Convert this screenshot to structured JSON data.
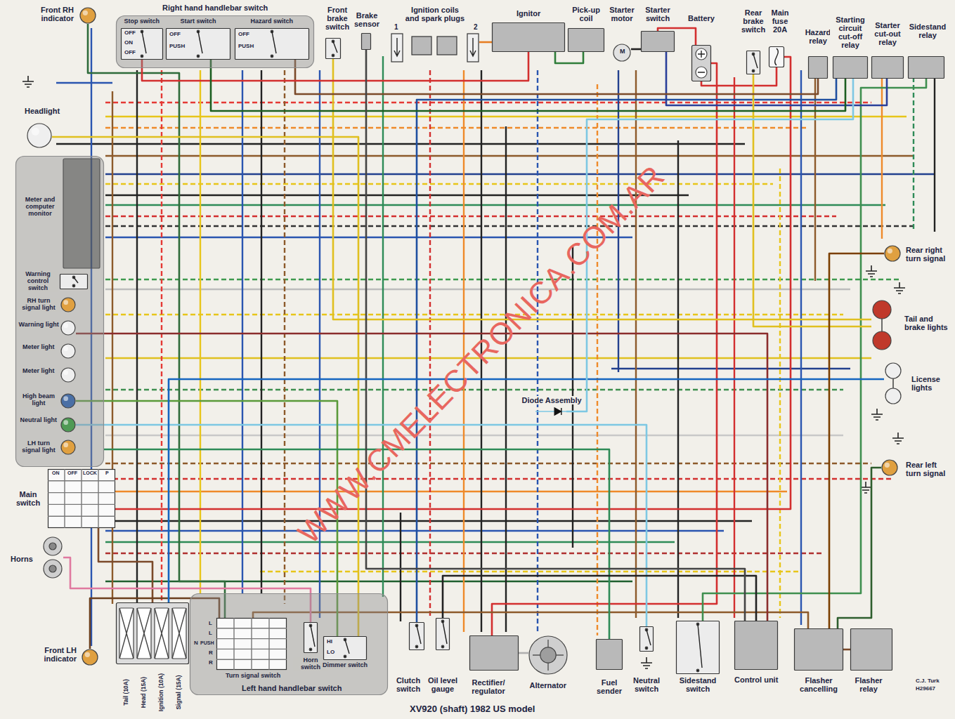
{
  "diagram": {
    "caption": "XV920 (shaft) 1982 US model",
    "nodes": [
      {
        "text": [
          "Front RH indicator"
        ]
      },
      {
        "text": [
          "Right hand handlebar switch"
        ]
      },
      {
        "text": [
          "Stop switch"
        ],
        "in": 1
      },
      {
        "text": [
          "Start switch"
        ],
        "in": 1
      },
      {
        "text": [
          "Hazard switch"
        ],
        "in": 1
      },
      {
        "text": [
          "Front brake switch"
        ]
      },
      {
        "text": [
          "Brake sensor"
        ]
      },
      {
        "text": [
          "Ignition coils and spark plugs"
        ]
      },
      {
        "text": [
          "Ignitor"
        ]
      },
      {
        "text": [
          "Pick-up coil"
        ]
      },
      {
        "text": [
          "Starter motor"
        ]
      },
      {
        "text": [
          "Starter switch"
        ]
      },
      {
        "text": [
          "Battery"
        ]
      },
      {
        "text": [
          "Rear brake switch"
        ]
      },
      {
        "text": [
          "Main fuse 20A"
        ]
      },
      {
        "text": [
          "Hazard relay"
        ]
      },
      {
        "text": [
          "Starting circuit cut-off relay"
        ]
      },
      {
        "text": [
          "Starter cut-out relay"
        ]
      },
      {
        "text": [
          "Sidestand relay"
        ]
      },
      {
        "text": [
          "Headlight"
        ]
      },
      {
        "text": [
          "Meter and computer monitor"
        ]
      },
      {
        "text": [
          "Warning control switch"
        ],
        "in": 20
      },
      {
        "text": [
          "RH turn signal light"
        ],
        "in": 20
      },
      {
        "text": [
          "Warning light"
        ],
        "in": 20
      },
      {
        "text": [
          "Meter light"
        ],
        "in": 20
      },
      {
        "text": [
          "Meter light"
        ],
        "in": 20
      },
      {
        "text": [
          "High beam light"
        ],
        "in": 20
      },
      {
        "text": [
          "Neutral light"
        ],
        "in": 20
      },
      {
        "text": [
          "LH turn signal light"
        ],
        "in": 20
      },
      {
        "text": [
          "Main switch"
        ]
      },
      {
        "text": [
          "Horns"
        ]
      },
      {
        "text": [
          "Front LH indicator"
        ]
      },
      {
        "text": [
          "Tail (10A)",
          "Head (15A)",
          "Ignition (10A)",
          "Signal (15A)"
        ]
      },
      {
        "text": [
          "Left hand handlebar switch"
        ]
      },
      {
        "text": [
          "Turn signal switch"
        ],
        "in": 33
      },
      {
        "text": [
          "Horn switch"
        ],
        "in": 33
      },
      {
        "text": [
          "Dimmer switch"
        ],
        "in": 33
      },
      {
        "text": [
          "Clutch switch"
        ]
      },
      {
        "text": [
          "Oil level gauge"
        ]
      },
      {
        "text": [
          "Rectifier/ regulator"
        ]
      },
      {
        "text": [
          "Alternator"
        ]
      },
      {
        "text": [
          "Fuel sender"
        ]
      },
      {
        "text": [
          "Neutral switch"
        ]
      },
      {
        "text": [
          "Sidestand switch"
        ]
      },
      {
        "text": [
          "Control unit"
        ]
      },
      {
        "text": [
          "Flasher cancelling"
        ]
      },
      {
        "text": [
          "Flasher relay"
        ]
      },
      {
        "text": [
          "Rear right turn signal"
        ]
      },
      {
        "text": [
          "Tail and brake lights"
        ]
      },
      {
        "text": [
          "License lights"
        ]
      },
      {
        "text": [
          "Rear left turn signal"
        ]
      },
      {
        "text": [
          "Diode Assembly"
        ]
      }
    ],
    "edges": [
      {
        "from": 12,
        "to": 14,
        "arrow": "none"
      },
      {
        "from": 14,
        "to": 29,
        "arrow": "none"
      },
      {
        "from": 29,
        "to": 32,
        "arrow": "none"
      },
      {
        "from": 12,
        "to": 11,
        "arrow": "none"
      },
      {
        "from": 11,
        "to": 10,
        "arrow": "none"
      },
      {
        "from": 39,
        "to": 40,
        "arrow": "none"
      },
      {
        "from": 39,
        "to": 12,
        "arrow": "none"
      },
      {
        "from": 8,
        "to": 9,
        "arrow": "none"
      },
      {
        "from": 8,
        "to": 7,
        "arrow": "none"
      },
      {
        "from": 46,
        "to": 45,
        "arrow": "none"
      },
      {
        "from": 45,
        "to": 34,
        "arrow": "none"
      },
      {
        "from": 0,
        "to": 34,
        "arrow": "none"
      },
      {
        "from": 31,
        "to": 34,
        "arrow": "none"
      },
      {
        "from": 42,
        "to": 27,
        "arrow": "none"
      },
      {
        "from": 43,
        "to": 18,
        "arrow": "none"
      },
      {
        "from": 16,
        "to": 37,
        "arrow": "none"
      },
      {
        "from": 17,
        "to": 11,
        "arrow": "none"
      },
      {
        "from": 5,
        "to": 48,
        "arrow": "none"
      },
      {
        "from": 13,
        "to": 48,
        "arrow": "none"
      },
      {
        "from": 36,
        "to": 19,
        "arrow": "none"
      },
      {
        "from": 36,
        "to": 26,
        "arrow": "none"
      },
      {
        "from": 35,
        "to": 30,
        "arrow": "none"
      },
      {
        "from": 41,
        "to": 20,
        "arrow": "none"
      },
      {
        "from": 38,
        "to": 44,
        "arrow": "none"
      },
      {
        "from": 44,
        "to": 23,
        "arrow": "none"
      },
      {
        "from": 4,
        "to": 15,
        "arrow": "none"
      },
      {
        "from": 2,
        "to": 8,
        "arrow": "none"
      },
      {
        "from": 3,
        "to": 16,
        "arrow": "none"
      },
      {
        "from": 6,
        "to": 44,
        "arrow": "none"
      },
      {
        "from": 32,
        "to": 49,
        "arrow": "none"
      },
      {
        "from": 51,
        "to": 16,
        "arrow": "none"
      },
      {
        "from": 50,
        "to": 45,
        "arrow": "none"
      },
      {
        "from": 47,
        "to": 45,
        "arrow": "none"
      }
    ],
    "labels": [
      "OFF",
      "ON",
      "OFF",
      "OFF",
      "PUSH",
      "OFF",
      "PUSH",
      "1",
      "2",
      "M",
      "ON",
      "OFF",
      "LOCK",
      "P",
      "L",
      "L",
      "N",
      "PUSH",
      "R",
      "R",
      "HI",
      "LO",
      "WWW.CMELECTRONICA.COM.AR",
      "C.J. Turk",
      "H29667"
    ]
  }
}
